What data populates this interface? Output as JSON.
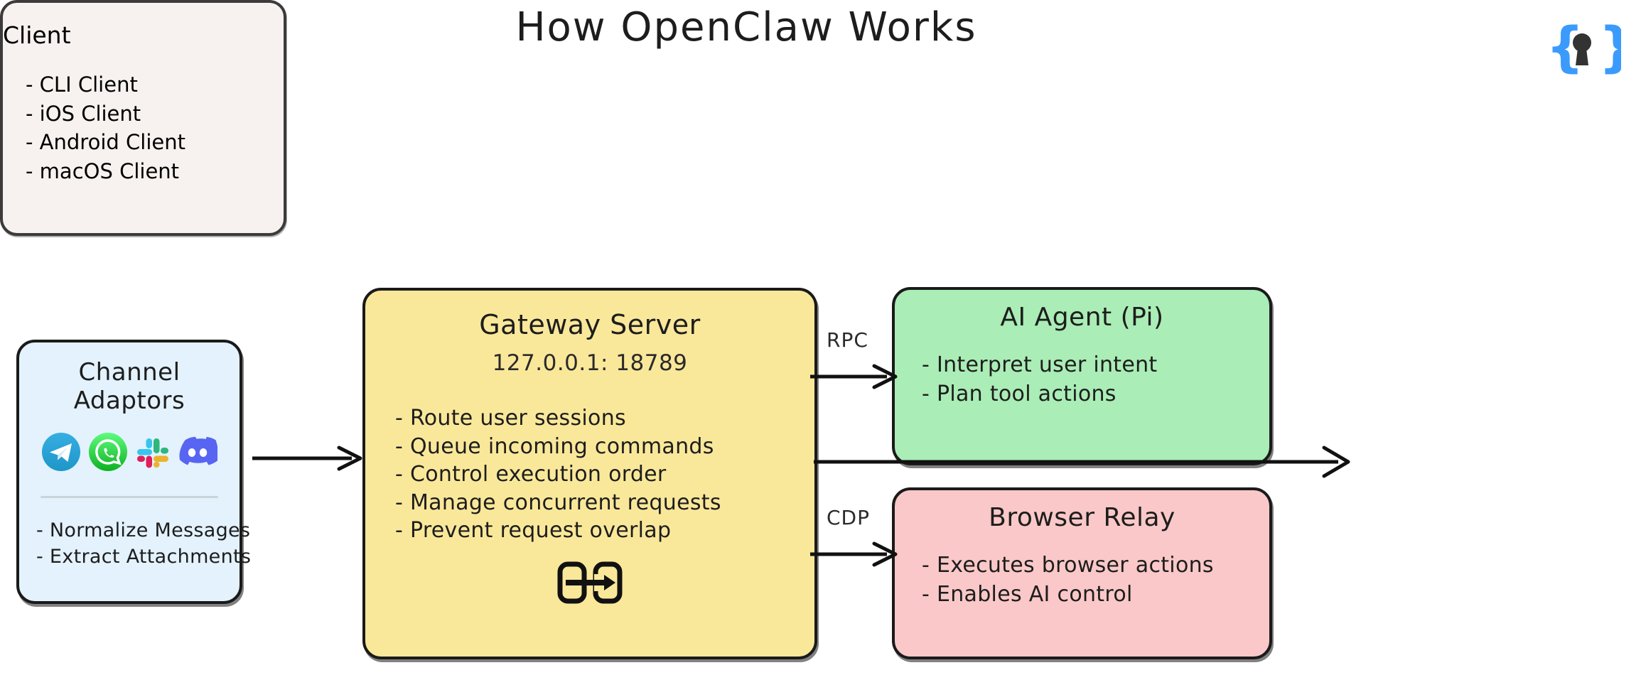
{
  "page": {
    "title": "How OpenClaw Works",
    "background_color": "#ffffff"
  },
  "logo": {
    "name": "openclaw-brace-keyhole-logo",
    "brace_color": "#3b9bfc",
    "keyhole_color": "#333333",
    "left_brace": "{",
    "right_brace": "}"
  },
  "nodes": {
    "channel_adaptors": {
      "title": "Channel Adaptors",
      "fill": "#e3f2fd",
      "border": "#1a1a1a",
      "icons": [
        {
          "name": "telegram-icon",
          "label": "Telegram",
          "color": "#2aabee"
        },
        {
          "name": "whatsapp-icon",
          "label": "WhatsApp",
          "color": "#25d366"
        },
        {
          "name": "slack-icon",
          "label": "Slack",
          "color": "#36c5f0"
        },
        {
          "name": "discord-icon",
          "label": "Discord",
          "color": "#5865f2"
        }
      ],
      "bullets": [
        "- Normalize Messages",
        "- Extract Attachments"
      ]
    },
    "gateway_server": {
      "title": "Gateway Server",
      "subtitle": "127.0.0.1: 18789",
      "fill": "#fae89a",
      "border": "#1a1a1a",
      "bullets": [
        "- Route user sessions",
        "- Queue incoming commands",
        "- Control execution order",
        "- Manage concurrent requests",
        "- Prevent request overlap"
      ],
      "icon": {
        "name": "gateway-transfer-icon",
        "label": "gateway transfer"
      }
    },
    "ai_agent": {
      "title": "AI Agent (Pi)",
      "fill": "#aaedb6",
      "border": "#1a1a1a",
      "bullets": [
        "- Interpret user intent",
        "- Plan tool actions"
      ]
    },
    "browser_relay": {
      "title": "Browser Relay",
      "fill": "#fac8c8",
      "border": "#1a1a1a",
      "bullets": [
        "- Executes browser actions",
        "- Enables AI control"
      ]
    },
    "client": {
      "title": "Client",
      "fill": "#f7f2f0",
      "border": "#3c3a3a",
      "bullets": [
        "- CLI Client",
        "- iOS Client",
        "- Android Client",
        "- macOS Client"
      ]
    }
  },
  "connectors": [
    {
      "name": "adaptors-to-gateway",
      "from": "channel_adaptors",
      "to": "gateway_server",
      "label": ""
    },
    {
      "name": "gateway-to-agent",
      "from": "gateway_server",
      "to": "ai_agent",
      "label": "RPC"
    },
    {
      "name": "gateway-to-relay",
      "from": "gateway_server",
      "to": "browser_relay",
      "label": "CDP"
    },
    {
      "name": "gateway-to-client",
      "from": "gateway_server",
      "to": "client",
      "label": ""
    }
  ]
}
